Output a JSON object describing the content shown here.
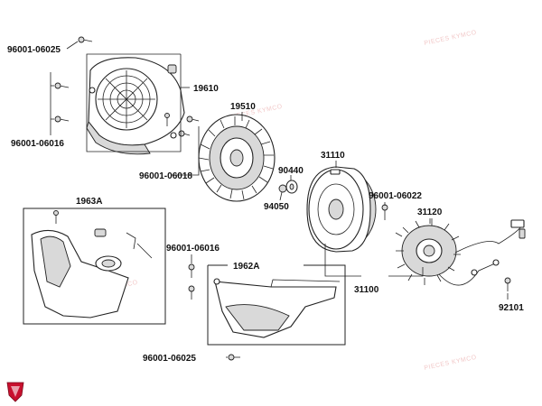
{
  "labels": {
    "top_bolt": "96001-06025",
    "fan_cover": "19610",
    "cover_bolt": "96001-06016",
    "fan": "19510",
    "fan_bolt": "96001-06018",
    "flywheel": "31110",
    "washer": "90440",
    "nut": "94050",
    "stator_bolt": "96001-06022",
    "stator": "31120",
    "shroud_box": "1963A",
    "cover_box": "1962A",
    "lower_bolt_a": "96001-06016",
    "lower_bolt_b": "96001-06025",
    "assembly": "31100",
    "clamp_bolt": "92101"
  },
  "watermarks": [
    "PIECES KYMCO",
    "PIECES KYMCO",
    "PIECES KYMCO",
    "PIECES KYMCO"
  ],
  "logo_color": "#c8102e"
}
